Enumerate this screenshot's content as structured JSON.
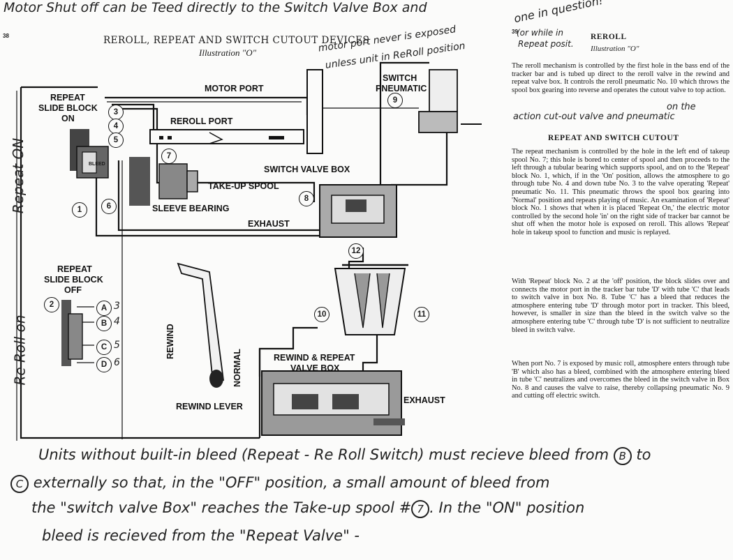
{
  "handwriting": {
    "top_note": "Motor Shut off can be Teed directly to the Switch Valve Box and",
    "top_right_note": "one in question!",
    "motor_port_note_1": "motor port never is exposed",
    "motor_port_note_2": "unless unit in ReRoll position",
    "or_while_note_1": "(or while in",
    "or_while_note_2": "Repeat posit.",
    "reroll_margin_note": "on the",
    "reroll_margin_note_2": "action cut-out valve and pneumatic",
    "side_repeat_on": "Repeat ON",
    "side_reroll_on": "Re Roll on",
    "bottom_line_1": "Units without built-in bleed (Repeat - Re Roll Switch) must recieve bleed from",
    "bottom_circle_b": "B",
    "bottom_to": "to",
    "bottom_circle_c": "C",
    "bottom_line_2": "externally so that, in the \"OFF\" position, a small amount of bleed from",
    "bottom_line_3": "the \"switch valve Box\" reaches the Take-up spool #",
    "bottom_circle_7": "7",
    "bottom_line_3b": ". In the \"ON\" position",
    "bottom_line_4": "bleed is recieved from the \"Repeat Valve\" -"
  },
  "left_page": {
    "page_number": "38",
    "title": "REROLL, REPEAT AND SWITCH CUTOUT DEVICES",
    "subtitle": "Illustration \"O\""
  },
  "right_page": {
    "page_number": "39",
    "title": "REROLL",
    "subtitle": "Illustration \"O\"",
    "section2_title": "REPEAT AND SWITCH CUTOUT",
    "para_reroll": "The reroll mechanism is controlled by the first hole in the bass end of the tracker bar and is tubed up direct to the reroll valve in the rewind and repeat valve box. It controls the reroll pneumatic No. 10 which throws the spool box gearing into reverse and operates the cutout valve to top action.",
    "para_repeat": "The repeat mechanism is controlled by the hole in the left end of takeup spool No. 7; this hole is bored to center of spool and then proceeds to the left through a tubular bearing which supports spool, and on to the 'Repeat' block No. 1, which, if in the 'On' position, allows the atmosphere to go through tube No. 4 and down tube No. 3 to the valve operating 'Repeat' pneumatic No. 11. This pneumatic throws the spool box gearing into 'Normal' position and repeats playing of music. An examination of 'Repeat' block No. 1 shows that when it is placed 'Repeat On,' the electric motor controlled by the second hole 'in' on the right side of tracker bar cannot be shut off when the motor hole is exposed on reroll. This allows 'Repeat' hole in takeup spool to function and music is replayed.",
    "para_block2": "With 'Repeat' block No. 2 at the 'off' position, the block slides over and connects the motor port in the tracker bar tube 'D' with tube 'C' that leads to switch valve in box No. 8. Tube 'C' has a bleed that reduces the atmosphere entering tube 'D' through motor port in tracker. This bleed, however, is smaller in size than the bleed in the switch valve so the atmosphere entering tube 'C' through tube 'D' is not sufficient to neutralize bleed in switch valve.",
    "para_port7": "When port No. 7 is exposed by music roll, atmosphere enters through tube 'B' which also has a bleed, combined with the atmosphere entering bleed in tube 'C' neutralizes and overcomes the bleed in the switch valve in Box No. 8 and causes the valve to raise, thereby collapsing pneumatic No. 9 and cutting off electric switch."
  },
  "diagram_labels": {
    "repeat_on_1": "REPEAT",
    "repeat_on_2": "SLIDE BLOCK",
    "repeat_on_3": "ON",
    "motor_port": "MOTOR PORT",
    "reroll_port": "REROLL PORT",
    "switch_pneumatic_1": "SWITCH",
    "switch_pneumatic_2": "PNEUMATIC",
    "switch_valve_box": "SWITCH VALVE BOX",
    "take_up_spool": "TAKE-UP SPOOL",
    "sleeve_bearing": "SLEEVE BEARING",
    "exhaust_top": "EXHAUST",
    "repeat_off_1": "REPEAT",
    "repeat_off_2": "SLIDE BLOCK",
    "repeat_off_3": "OFF",
    "rewind": "REWIND",
    "normal": "NORMAL",
    "rewind_lever": "REWIND LEVER",
    "rewind_repeat_1": "REWIND & REPEAT",
    "rewind_repeat_2": "VALVE BOX",
    "exhaust_bottom": "EXHAUST",
    "bleed": "BLEED",
    "n1": "1",
    "n2": "2",
    "n3": "3",
    "n4": "4",
    "n5": "5",
    "n6": "6",
    "n7": "7",
    "n8": "8",
    "n9": "9",
    "n10": "10",
    "n11": "11",
    "n12": "12",
    "la": "A",
    "lb": "B",
    "lc": "C",
    "ld": "D",
    "h3": "3",
    "h4": "4",
    "h5": "5",
    "h6": "6"
  }
}
